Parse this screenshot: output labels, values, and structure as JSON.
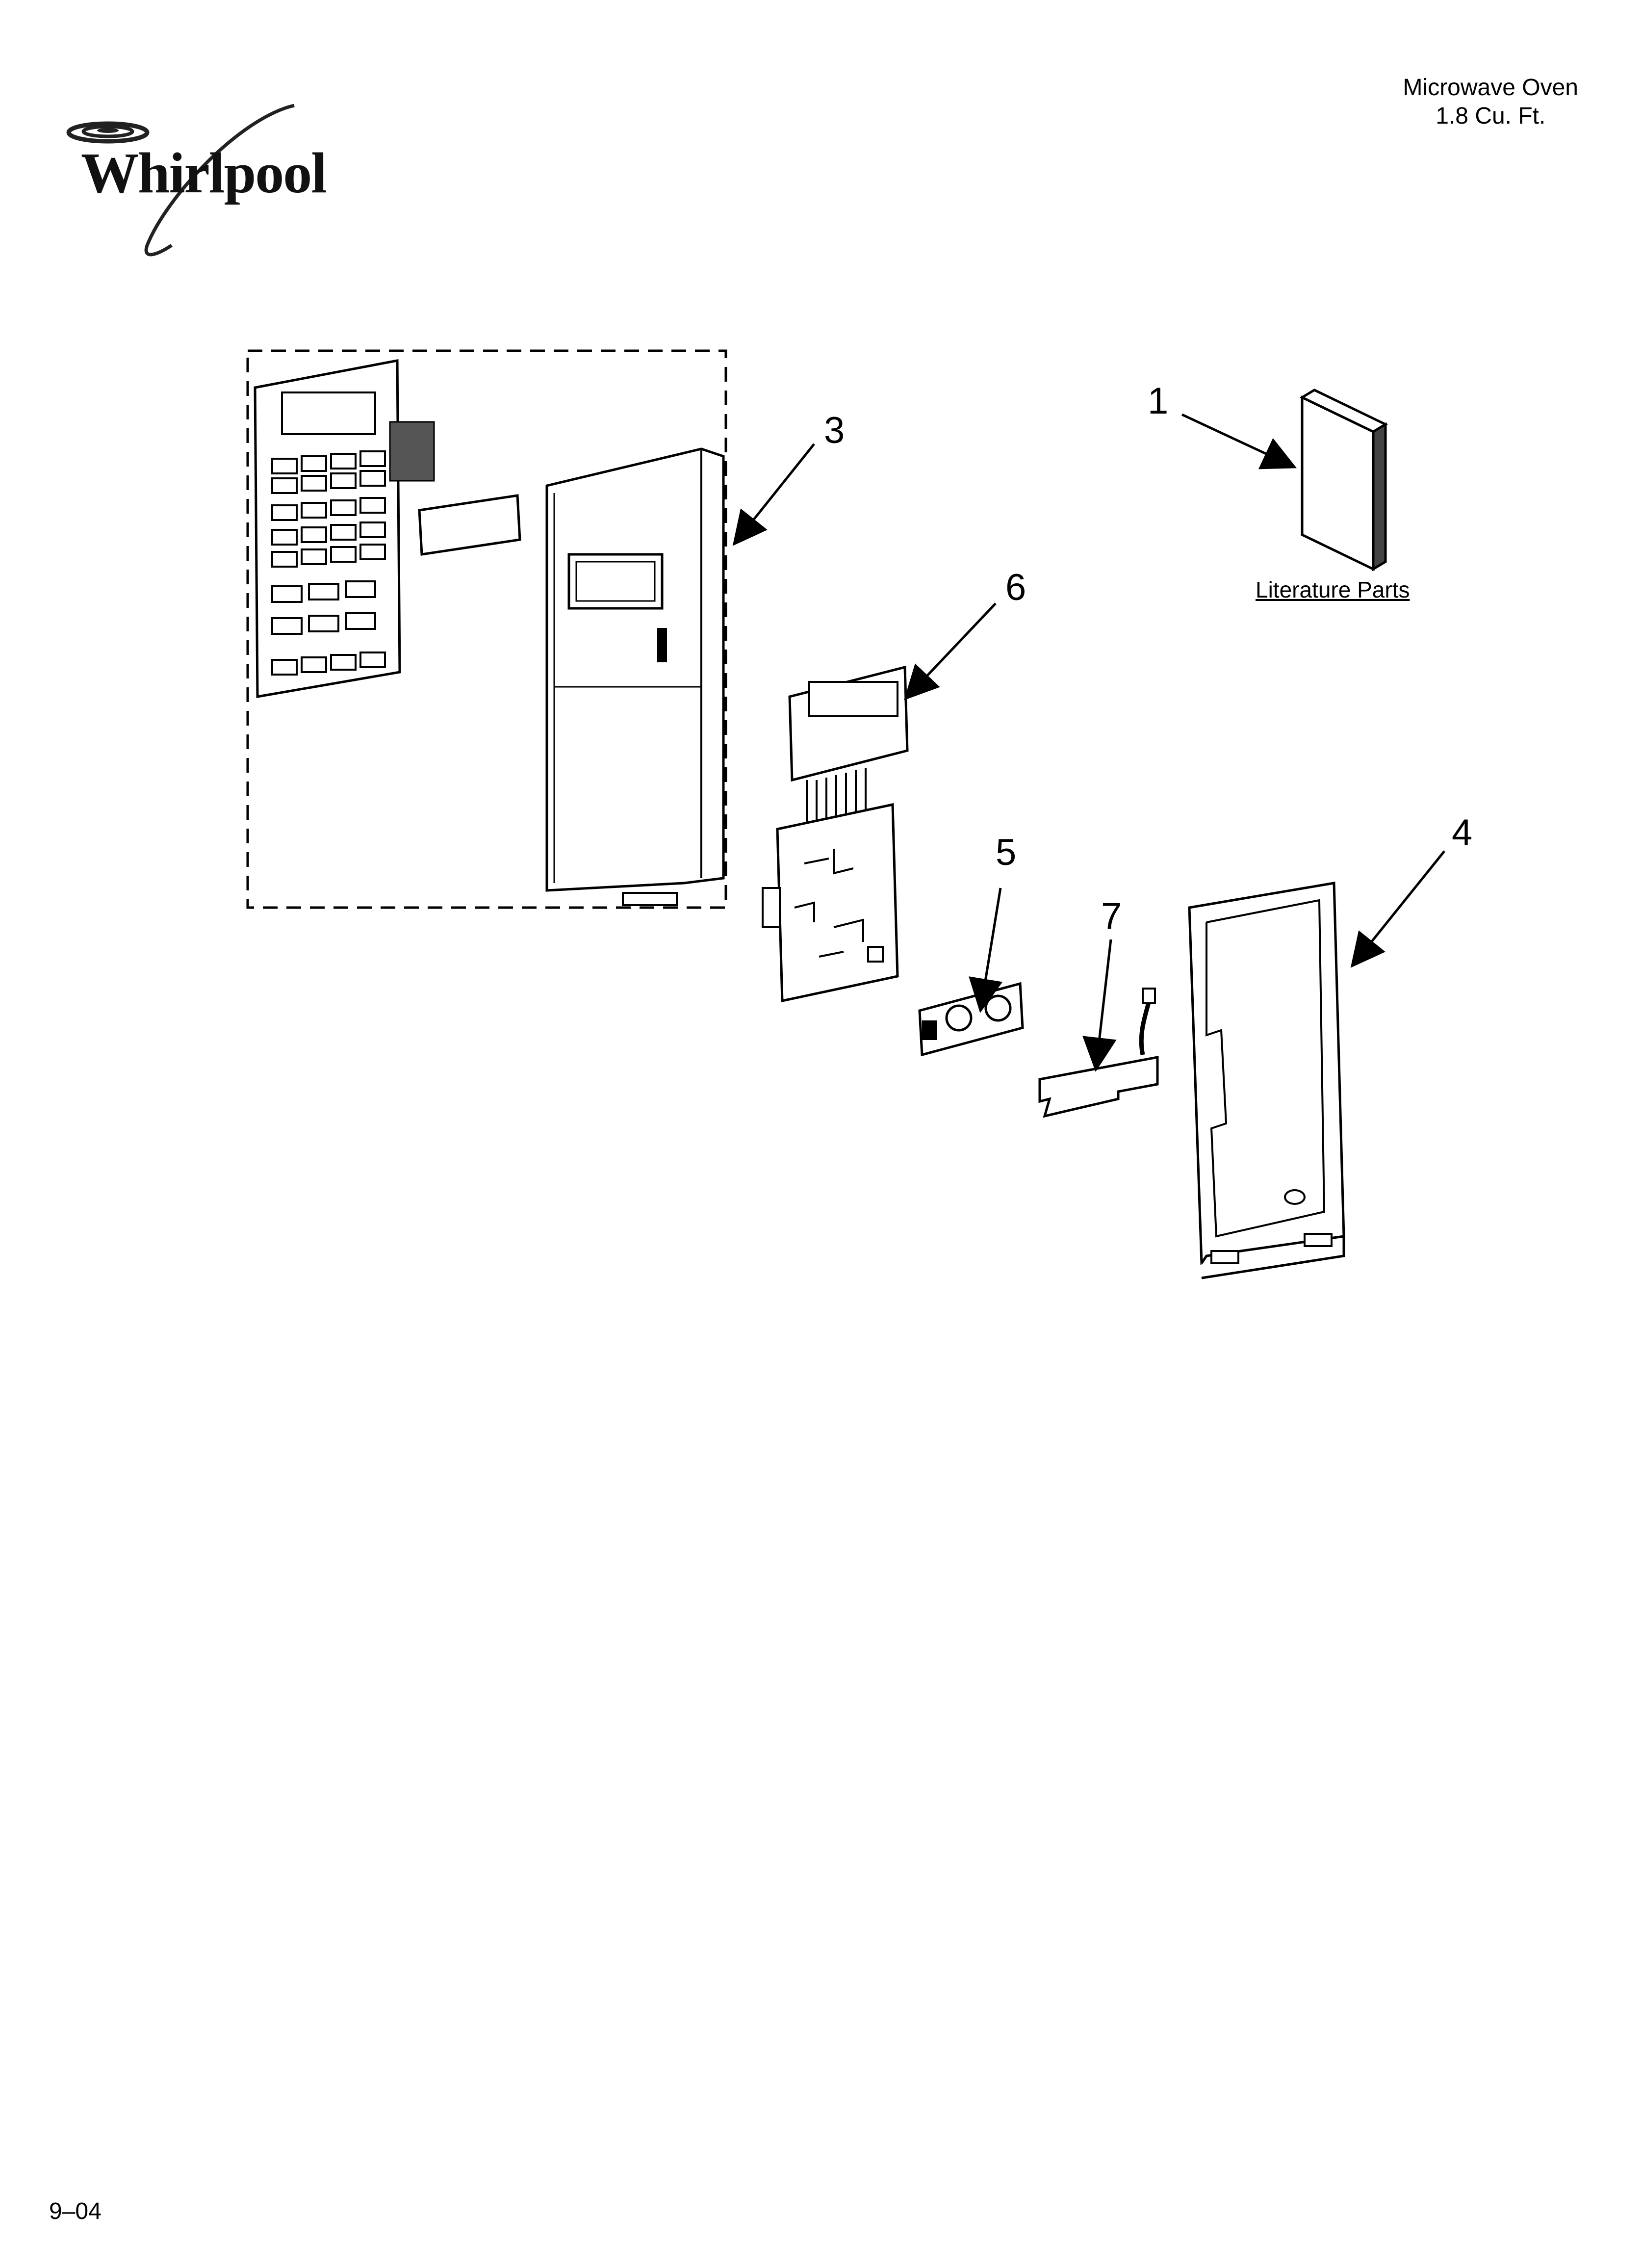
{
  "header": {
    "title": "Microwave Oven",
    "capacity": "1.8 Cu. Ft."
  },
  "brand": {
    "logo_text": "Whirlpool"
  },
  "callouts": {
    "c1": "1",
    "c3": "3",
    "c4": "4",
    "c5": "5",
    "c6": "6",
    "c7": "7"
  },
  "labels": {
    "literature": "Literature Parts"
  },
  "footer": {
    "date_code": "9–04"
  },
  "icons": {
    "logo": "whirlpool-swirl-logo",
    "arrows": "leader-arrow"
  }
}
